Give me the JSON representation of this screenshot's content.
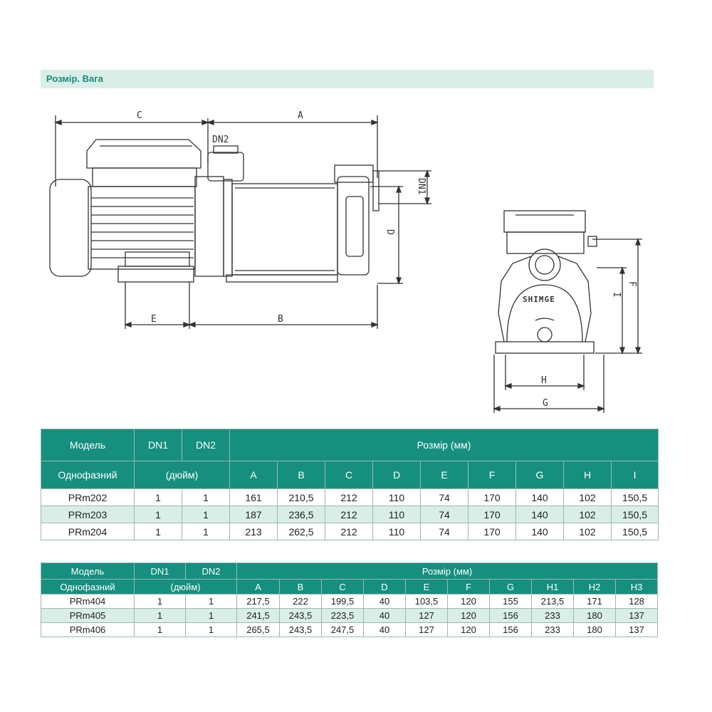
{
  "section": {
    "title": "Розмір. Вага"
  },
  "drawing": {
    "side_labels": {
      "C": "C",
      "A": "A",
      "DN2": "DN2",
      "DN1": "DN1",
      "D": "D",
      "E": "E",
      "B": "B"
    },
    "front_labels": {
      "F": "F",
      "I": "I",
      "H": "H",
      "G": "G"
    },
    "logo_text": "SHIMGE"
  },
  "table1": {
    "header": {
      "model": "Модель",
      "dn1": "DN1",
      "dn2": "DN2",
      "size": "Розмір (мм)",
      "phase": "Однофазний",
      "inch": "(дюйм)",
      "cols": [
        "A",
        "B",
        "C",
        "D",
        "E",
        "F",
        "G",
        "H",
        "I"
      ]
    },
    "rows": [
      {
        "model": "PRm202",
        "dn1": "1",
        "dn2": "1",
        "vals": [
          "161",
          "210,5",
          "212",
          "110",
          "74",
          "170",
          "140",
          "102",
          "150,5"
        ]
      },
      {
        "model": "PRm203",
        "dn1": "1",
        "dn2": "1",
        "vals": [
          "187",
          "236,5",
          "212",
          "110",
          "74",
          "170",
          "140",
          "102",
          "150,5"
        ]
      },
      {
        "model": "PRm204",
        "dn1": "1",
        "dn2": "1",
        "vals": [
          "213",
          "262,5",
          "212",
          "110",
          "74",
          "170",
          "140",
          "102",
          "150,5"
        ]
      }
    ]
  },
  "table2": {
    "header": {
      "model": "Модель",
      "dn1": "DN1",
      "dn2": "DN2",
      "size": "Розмір (мм)",
      "phase": "Однофазний",
      "inch": "(дюйм)",
      "cols": [
        "A",
        "B",
        "C",
        "D",
        "E",
        "F",
        "G",
        "H1",
        "H2",
        "H3"
      ]
    },
    "rows": [
      {
        "model": "PRm404",
        "dn1": "1",
        "dn2": "1",
        "vals": [
          "217,5",
          "222",
          "199,5",
          "40",
          "103,5",
          "120",
          "155",
          "213,5",
          "171",
          "128"
        ]
      },
      {
        "model": "PRm405",
        "dn1": "1",
        "dn2": "1",
        "vals": [
          "241,5",
          "243,5",
          "223,5",
          "40",
          "127",
          "120",
          "156",
          "233",
          "180",
          "137"
        ]
      },
      {
        "model": "PRm406",
        "dn1": "1",
        "dn2": "1",
        "vals": [
          "265,5",
          "243,5",
          "247,5",
          "40",
          "127",
          "120",
          "156",
          "233",
          "180",
          "137"
        ]
      }
    ]
  }
}
